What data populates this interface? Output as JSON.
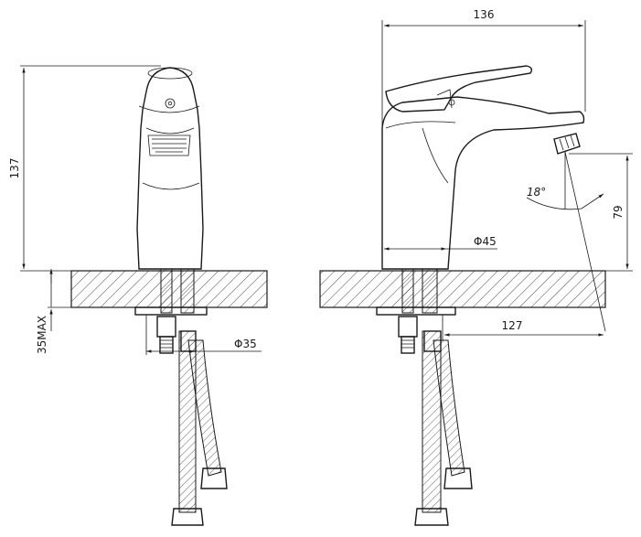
{
  "dimensions": {
    "front_height": "137",
    "max_counter_thickness": "35MAX",
    "hose_diameter": "Φ35",
    "overall_length": "136",
    "base_diameter": "Φ45",
    "spout_height": "79",
    "spout_angle": "18°",
    "spout_reach": "127"
  }
}
